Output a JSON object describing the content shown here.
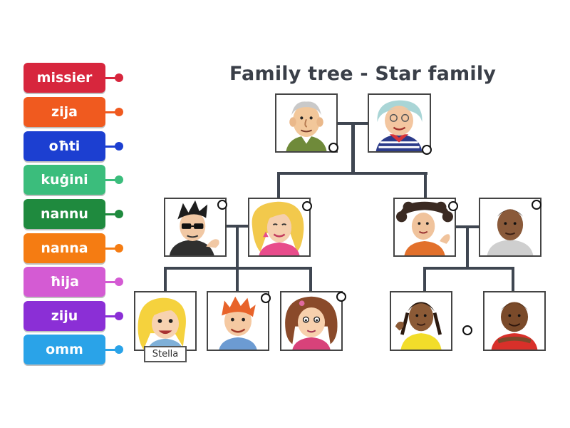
{
  "title": "Family tree - Star family",
  "labels": [
    {
      "text": "missier",
      "color": "#d7263d"
    },
    {
      "text": "zija",
      "color": "#f05a1f"
    },
    {
      "text": "oħti",
      "color": "#1c3fd1"
    },
    {
      "text": "kuġini",
      "color": "#3bbd7c"
    },
    {
      "text": "nannu",
      "color": "#1f8a3e"
    },
    {
      "text": "nanna",
      "color": "#f57c12"
    },
    {
      "text": "ħija",
      "color": "#d45bd3"
    },
    {
      "text": "ziju",
      "color": "#8b2fd6"
    },
    {
      "text": "omm",
      "color": "#2aa3e8"
    }
  ],
  "stella_label": "Stella",
  "line_color": "#3f4651"
}
